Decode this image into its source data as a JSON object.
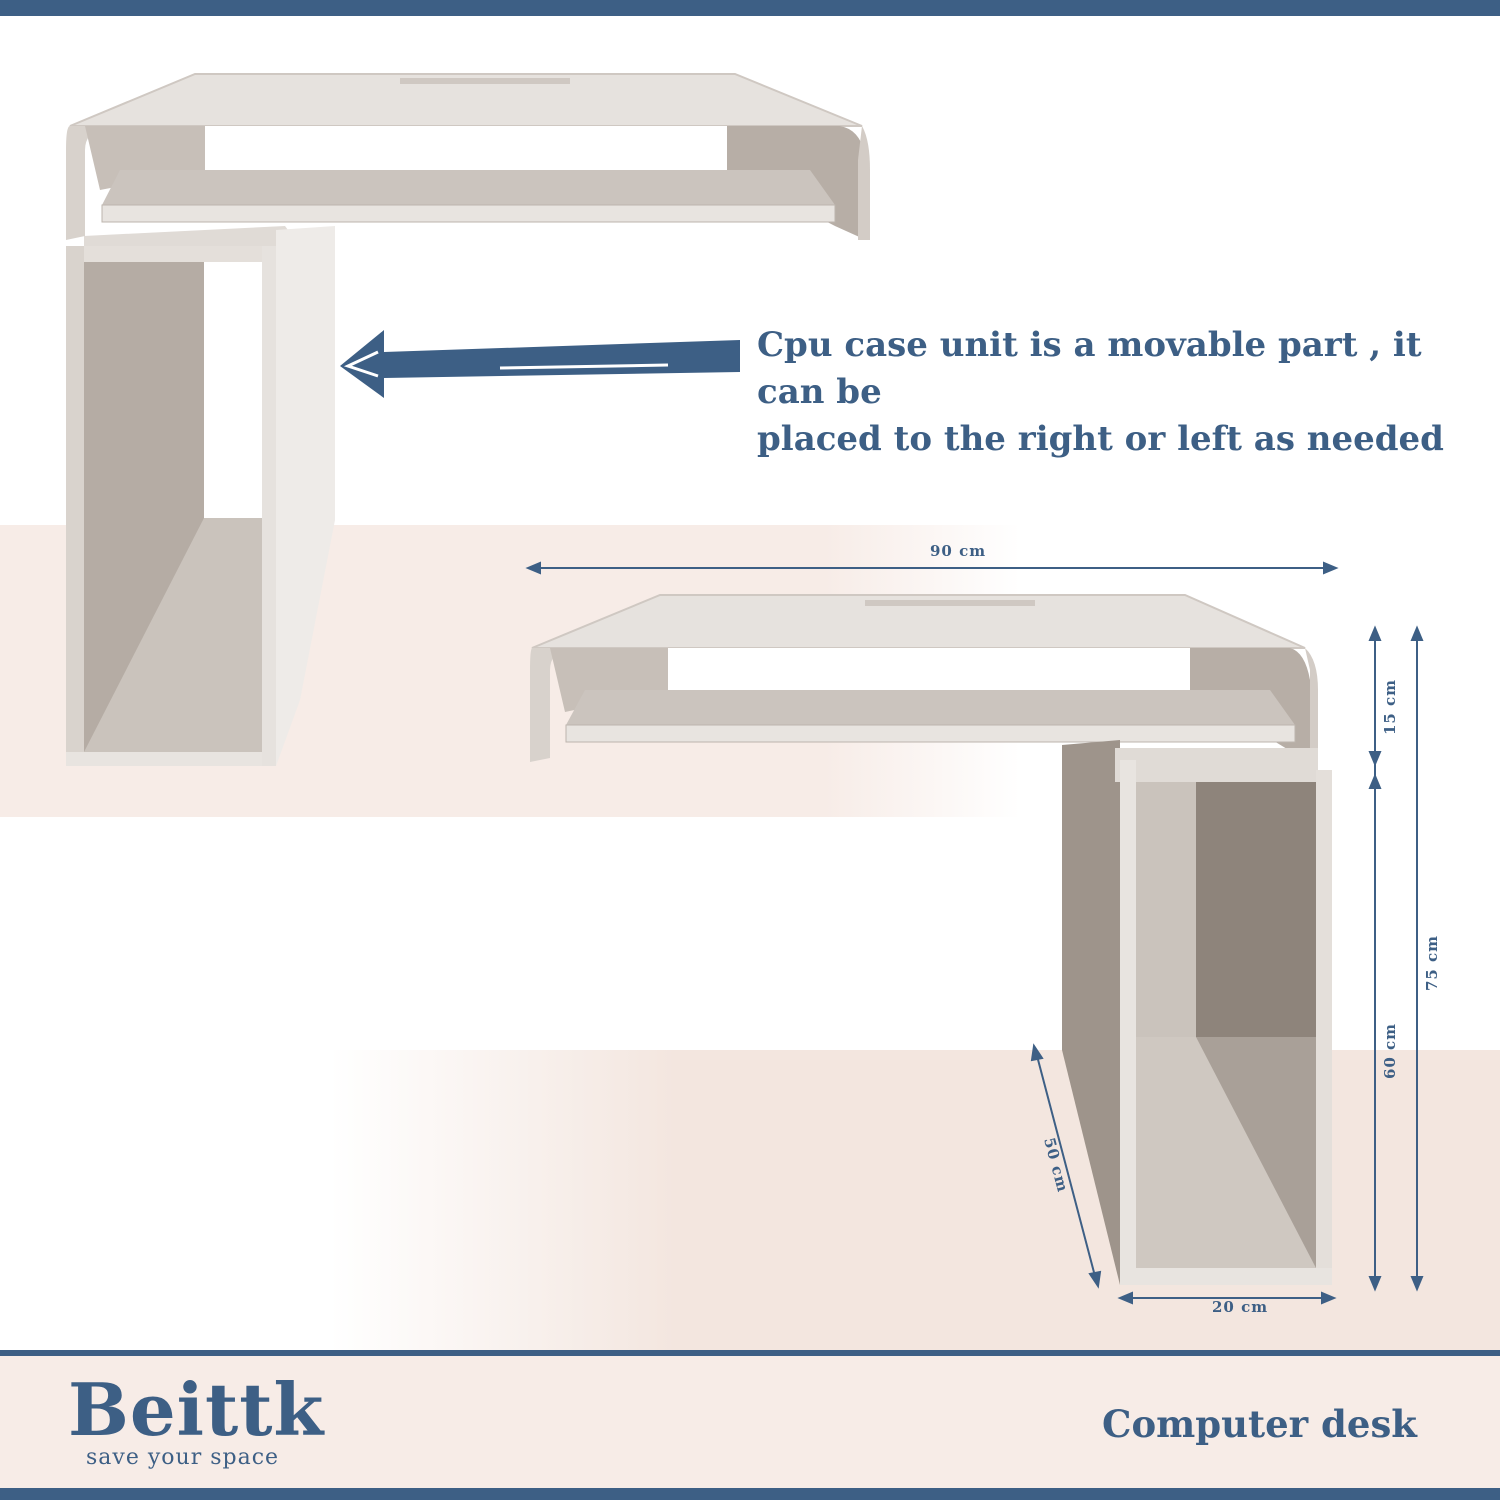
{
  "colors": {
    "accent": "#3d5f85",
    "desk": "#e2ddd8",
    "desk_shadow": "#b9b1aa",
    "band": "#f7ece7"
  },
  "callout": {
    "line1": "Cpu case unit is a movable part , it can be",
    "line2": "placed to the right or left as needed"
  },
  "dimensions": {
    "width": "90 cm",
    "top_height": "15 cm",
    "total_height": "75 cm",
    "unit_height": "60 cm",
    "depth": "50 cm",
    "unit_width": "20 cm"
  },
  "footer": {
    "brand": "Beittk",
    "tagline": "save your space",
    "product": "Computer desk"
  }
}
